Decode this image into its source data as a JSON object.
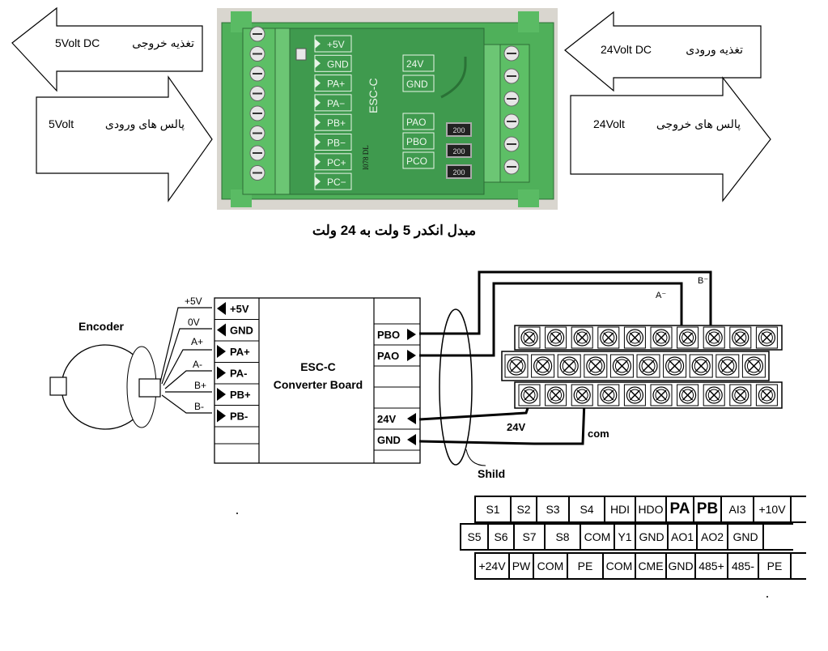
{
  "photo": {
    "title": "مبدل انکدر 5 ولت به 24 ولت",
    "board_label": "ESC-C",
    "chip_label": "I078 DL",
    "left_pins": [
      "+5V",
      "GND",
      "PA+",
      "PA−",
      "PB+",
      "PB−",
      "PC+",
      "PC−"
    ],
    "right_pins": [
      "24V",
      "GND",
      "PAO",
      "PBO",
      "PCO"
    ],
    "resistor_labels": [
      "200",
      "200",
      "200"
    ]
  },
  "arrows": {
    "left_top": {
      "persian": "تغذیه خروجی",
      "latin": "5Volt DC"
    },
    "left_bottom": {
      "persian": "پالس های ورودی",
      "latin": "5Volt"
    },
    "right_top": {
      "persian": "تغذیه ورودی",
      "latin": "24Volt DC"
    },
    "right_bottom": {
      "persian": "پالس های خروجی",
      "latin": "24Volt"
    }
  },
  "wiring": {
    "encoder_label": "Encoder",
    "wire_labels": [
      "+5V",
      "0V",
      "A+",
      "A-",
      "B+",
      "B-"
    ],
    "board_title": "ESC-C",
    "board_subtitle": "Converter Board",
    "board_inputs": [
      "+5V",
      "GND",
      "PA+",
      "PA-",
      "PB+",
      "PB-"
    ],
    "board_outputs_top": [
      "PBO",
      "PAO"
    ],
    "board_outputs_bottom": [
      "24V",
      "GND"
    ],
    "label_a_minus": "A⁻",
    "label_b_minus": "B⁻",
    "label_24v": "24V",
    "label_com": "com",
    "label_shield": "Shild"
  },
  "terminal_table": {
    "row1": [
      "S1",
      "S2",
      "S3",
      "S4",
      "HDI",
      "HDO",
      "PA",
      "PB",
      "AI3",
      "+10V"
    ],
    "row2": [
      "S5",
      "S6",
      "S7",
      "S8",
      "COM",
      "Y1",
      "GND",
      "AO1",
      "AO2",
      "GND"
    ],
    "row3": [
      "+24V",
      "PW",
      "COM",
      "PE",
      "COM",
      "CME",
      "GND",
      "485+",
      "485-",
      "PE"
    ]
  },
  "colors": {
    "pcb_green": "#3f9a4e",
    "terminal_green": "#4fb05a",
    "photo_bg": "#d9d6cf"
  }
}
